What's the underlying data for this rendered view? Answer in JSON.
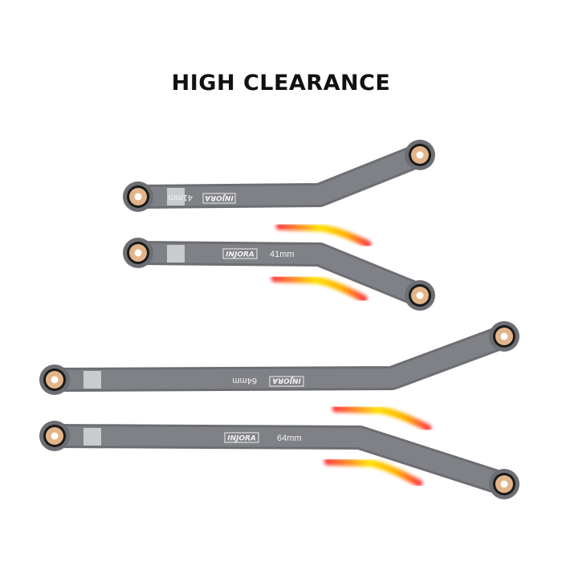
{
  "title": "HIGH CLEARANCE",
  "links": [
    {
      "brand": "INJORA",
      "length": "41mm",
      "orientation": "flipped"
    },
    {
      "brand": "INJORA",
      "length": "41mm",
      "orientation": "normal"
    },
    {
      "brand": "INJORA",
      "length": "64mm",
      "orientation": "flipped"
    },
    {
      "brand": "INJORA",
      "length": "64mm",
      "orientation": "normal"
    }
  ],
  "colors": {
    "link": "#7b7d82",
    "bushing": "#e2b48a",
    "flame_start": "#ff2a2a",
    "flame_mid": "#ffe000"
  }
}
